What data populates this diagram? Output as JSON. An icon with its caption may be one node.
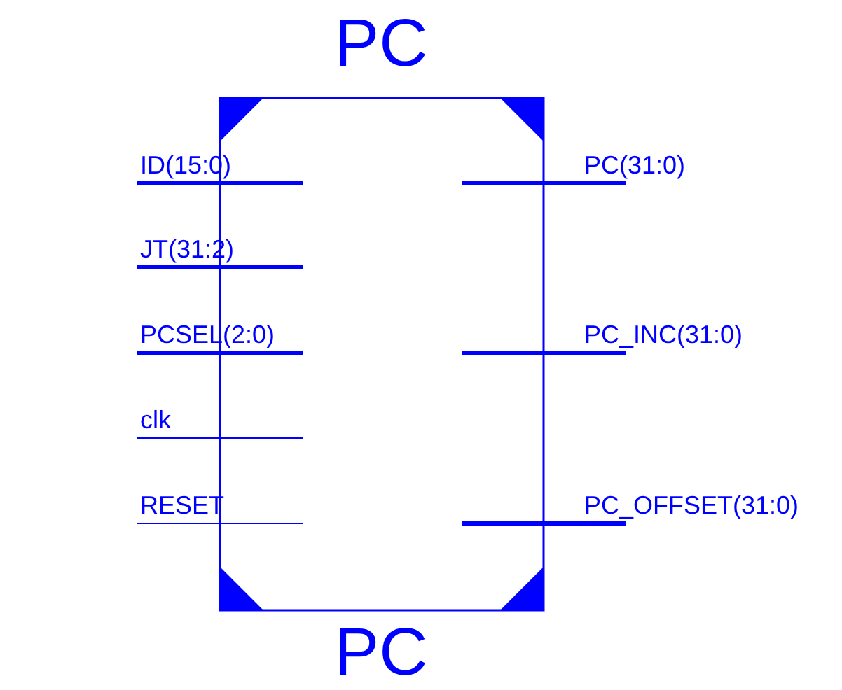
{
  "diagram": {
    "title": "PC",
    "caption": "PC",
    "labels": [
      "ID(15:0)",
      "PC(31:0)",
      "JT(31:2)",
      "PCSEL(2:0)",
      "PC_INC(31:0)",
      "clk",
      "RESET",
      "PC_OFFSET(31:0)"
    ]
  }
}
